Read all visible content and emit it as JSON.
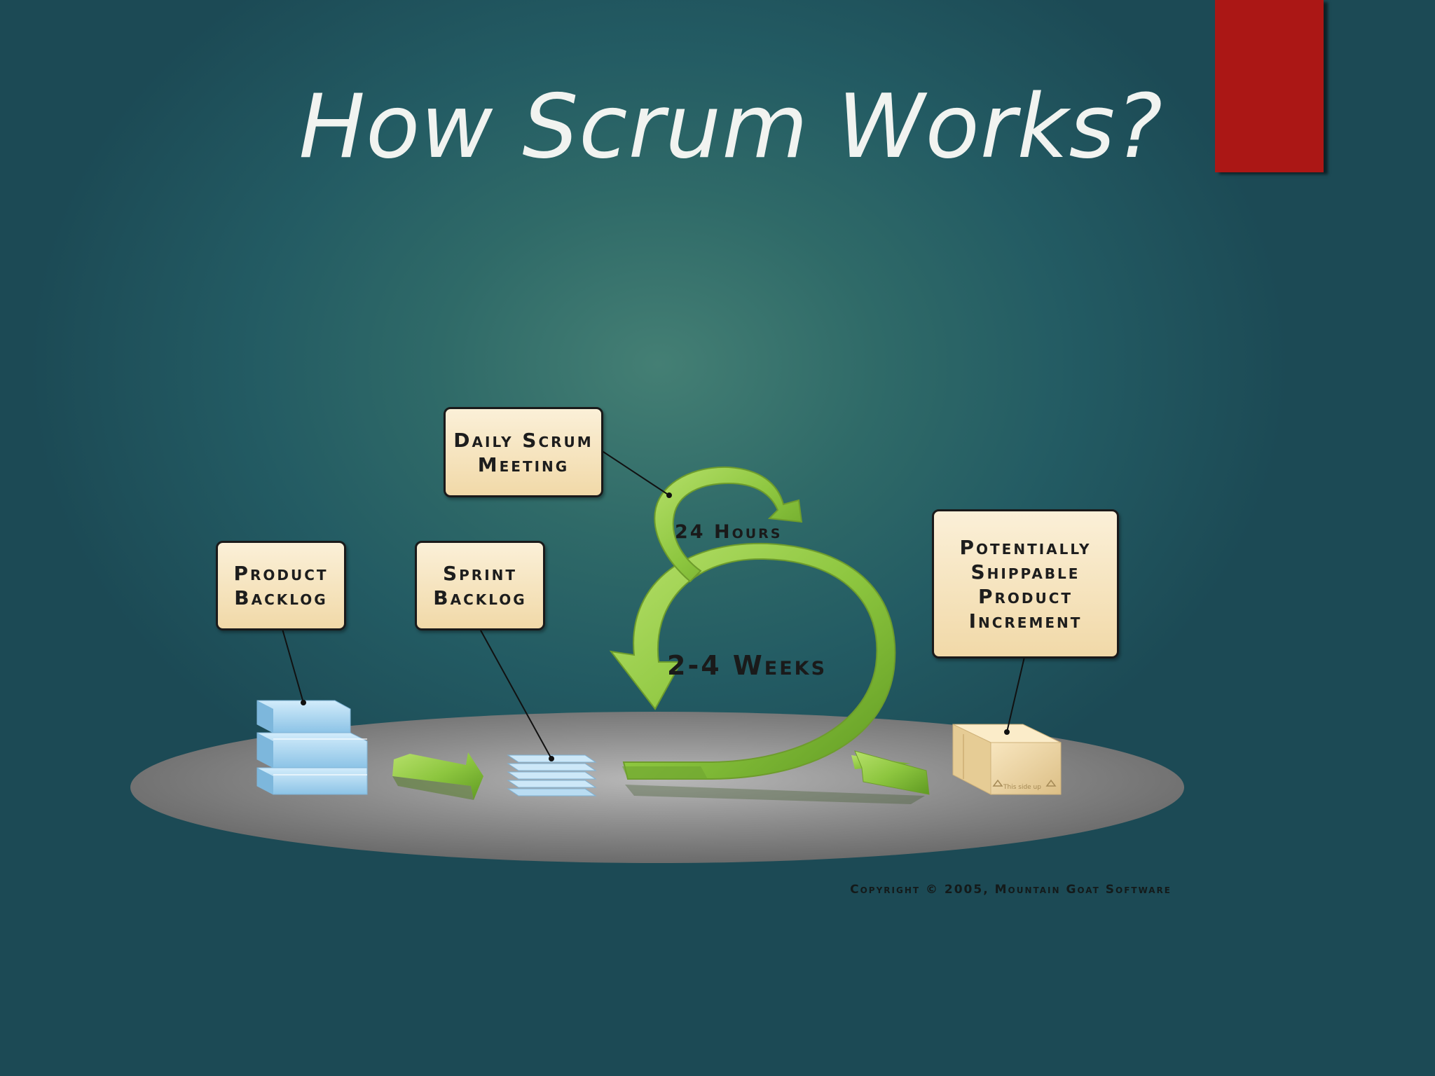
{
  "slide": {
    "title": "How Scrum Works?",
    "accent_color": "#ab1715"
  },
  "diagram": {
    "labels": {
      "product_backlog": "Product\nBacklog",
      "sprint_backlog": "Sprint\nBacklog",
      "daily_scrum": "Daily Scrum\nMeeting",
      "increment": "Potentially\nShippable\nProduct\nIncrement"
    },
    "cycle_labels": {
      "daily": "24 Hours",
      "sprint": "2-4 Weeks"
    },
    "box_text": "This side up",
    "copyright": "Copyright © 2005, Mountain Goat Software",
    "colors": {
      "arrow_green": "#8dc63f",
      "backlog_blue": "#a9d4ee",
      "box_tan": "#f1d9a8",
      "platform_gray": "#8e8e8e"
    }
  }
}
